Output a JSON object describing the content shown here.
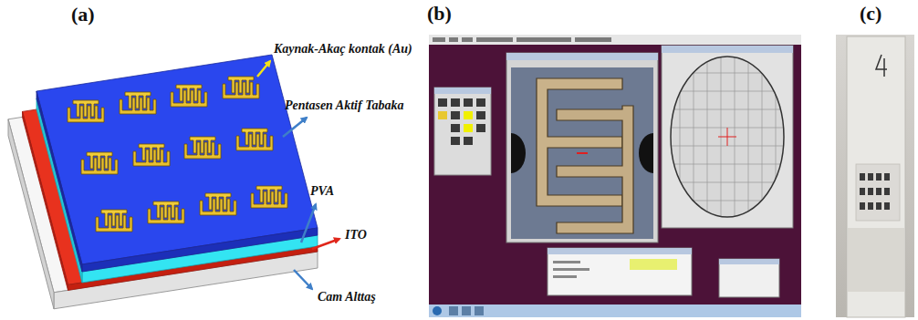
{
  "diagram": {
    "labels": [
      "(a)",
      "(b)",
      "(c)",
      "Kaynak-Akaç kontak (Au)",
      "Pentasen Aktif Tabaka",
      "PVA",
      "ITO",
      "Cam Alttaş"
    ]
  }
}
